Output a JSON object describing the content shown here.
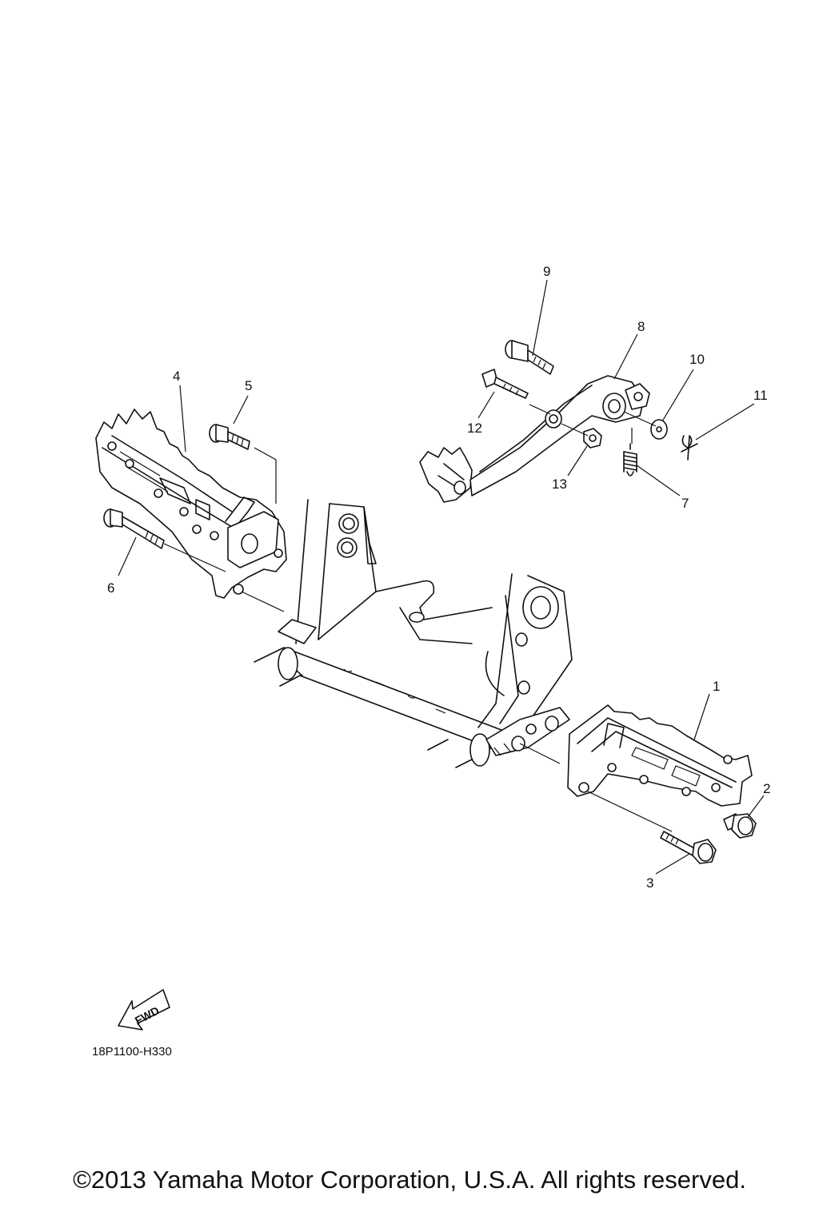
{
  "diagram": {
    "callouts": {
      "c1": "1",
      "c2": "2",
      "c3": "3",
      "c4": "4",
      "c5": "5",
      "c6": "6",
      "c7": "7",
      "c8": "8",
      "c9": "9",
      "c10": "10",
      "c11": "11",
      "c12": "12",
      "c13": "13"
    },
    "fwd_label": "FWD",
    "code": "18P1100-H330"
  },
  "footer": {
    "copyright": "©2013 Yamaha Motor Corporation, U.S.A. All rights reserved."
  }
}
